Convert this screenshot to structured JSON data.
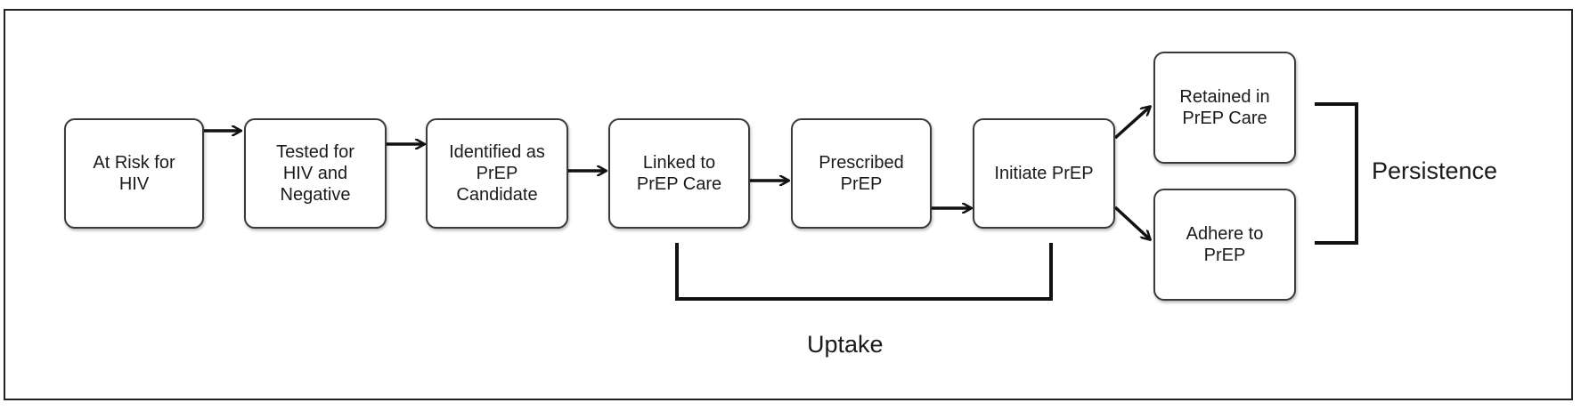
{
  "diagram": {
    "nodes": [
      {
        "id": "at-risk",
        "text": "At Risk for\nHIV"
      },
      {
        "id": "tested",
        "text": "Tested for\nHIV and\nNegative"
      },
      {
        "id": "identified",
        "text": "Identified as\nPrEP\nCandidate"
      },
      {
        "id": "linked",
        "text": "Linked to\nPrEP Care"
      },
      {
        "id": "prescribed",
        "text": "Prescribed\nPrEP"
      },
      {
        "id": "initiate",
        "text": "Initiate PrEP"
      },
      {
        "id": "retained",
        "text": "Retained in\nPrEP Care"
      },
      {
        "id": "adhere",
        "text": "Adhere to\nPrEP"
      }
    ],
    "groups": {
      "uptake": "Uptake",
      "persistence": "Persistence"
    }
  }
}
